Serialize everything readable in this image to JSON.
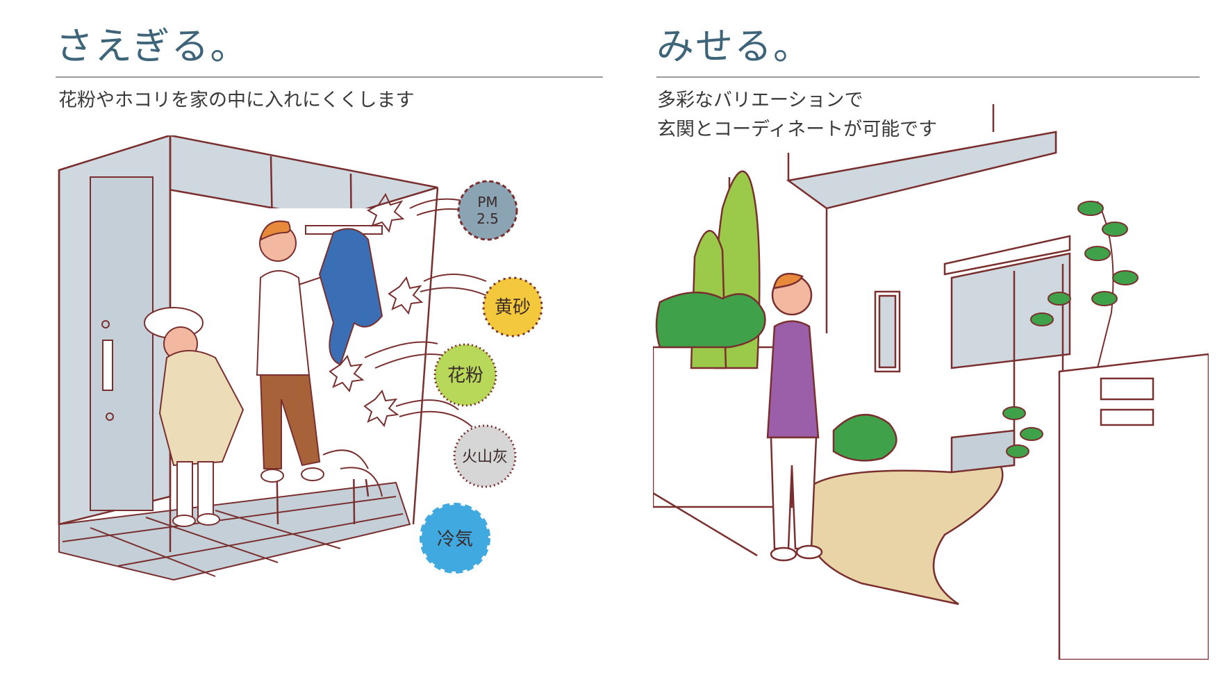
{
  "left": {
    "title": "さえぎる。",
    "subtitle": "花粉やホコリを家の中に入れにくくします",
    "badges": [
      {
        "label_line1": "PM",
        "label_line2": "2.5",
        "color": "#8aa4b4"
      },
      {
        "label_line1": "黄砂",
        "label_line2": "",
        "color": "#f3c83c"
      },
      {
        "label_line1": "花粉",
        "label_line2": "",
        "color": "#b8d85a"
      },
      {
        "label_line1": "火山灰",
        "label_line2": "",
        "color": "#d6d6d6"
      },
      {
        "label_line1": "冷気",
        "label_line2": "",
        "color": "#3fa9e0"
      }
    ]
  },
  "right": {
    "title": "みせる。",
    "subtitle_line1": "多彩なバリエーションで",
    "subtitle_line2": "玄関とコーディネートが可能です"
  },
  "colors": {
    "title": "#3d6478",
    "line": "#7a2f2f",
    "glass": "#cfd8df",
    "floor": "#c4cfd8"
  }
}
